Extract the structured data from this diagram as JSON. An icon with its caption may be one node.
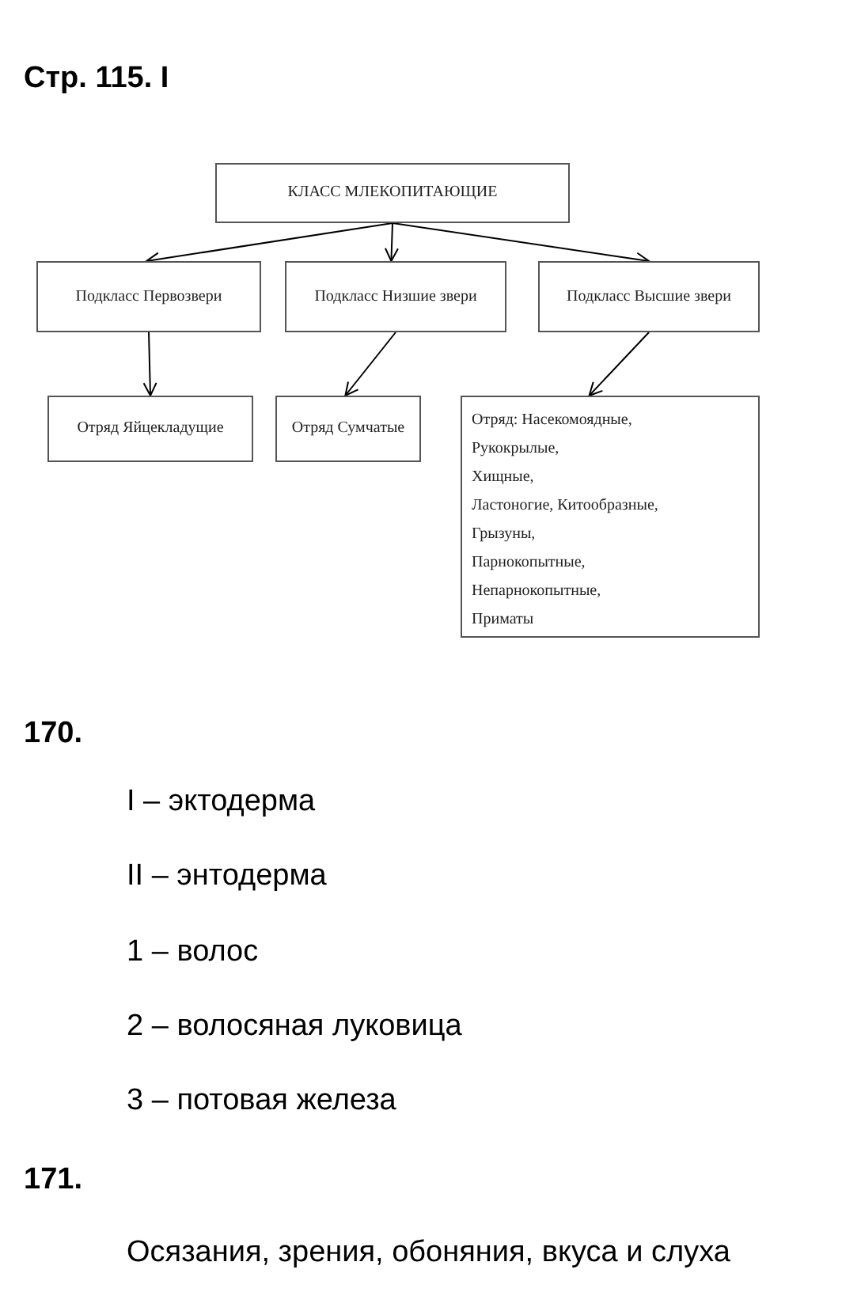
{
  "diagram": {
    "title": "Стр. 115. I",
    "nodes": [
      {
        "text": [
          "КЛАСС МЛЕКОПИТАЮЩИЕ"
        ]
      },
      {
        "text": [
          "Подкласс Первозвери"
        ]
      },
      {
        "text": [
          "Подкласс Низшие звери"
        ]
      },
      {
        "text": [
          "Подкласс Высшие звери"
        ]
      },
      {
        "text": [
          "Отряд Яйцекладущие"
        ]
      },
      {
        "text": [
          "Отряд Сумчатые"
        ]
      },
      {
        "text": [
          "Отряд: Насекомоядные,",
          "Рукокрылые,",
          "Хищные,",
          "Ластоногие, Китообразные,",
          "Грызуны,",
          "Парнокопытные,",
          "Непарнокопытные,",
          "Приматы"
        ]
      }
    ],
    "edges": [
      {
        "from": 0,
        "to": 1,
        "arrow": "to"
      },
      {
        "from": 0,
        "to": 2,
        "arrow": "to"
      },
      {
        "from": 0,
        "to": 3,
        "arrow": "to"
      },
      {
        "from": 1,
        "to": 4,
        "arrow": "to"
      },
      {
        "from": 2,
        "to": 5,
        "arrow": "to"
      },
      {
        "from": 3,
        "to": 6,
        "arrow": "to"
      }
    ],
    "labels": [
      "170.",
      "I – эктодерма",
      "II – энтодерма",
      "1 – волос",
      "2 – волосяная луковица",
      "3 – потовая железа",
      "171.",
      "Осязания, зрения, обоняния, вкуса и слуха"
    ]
  }
}
